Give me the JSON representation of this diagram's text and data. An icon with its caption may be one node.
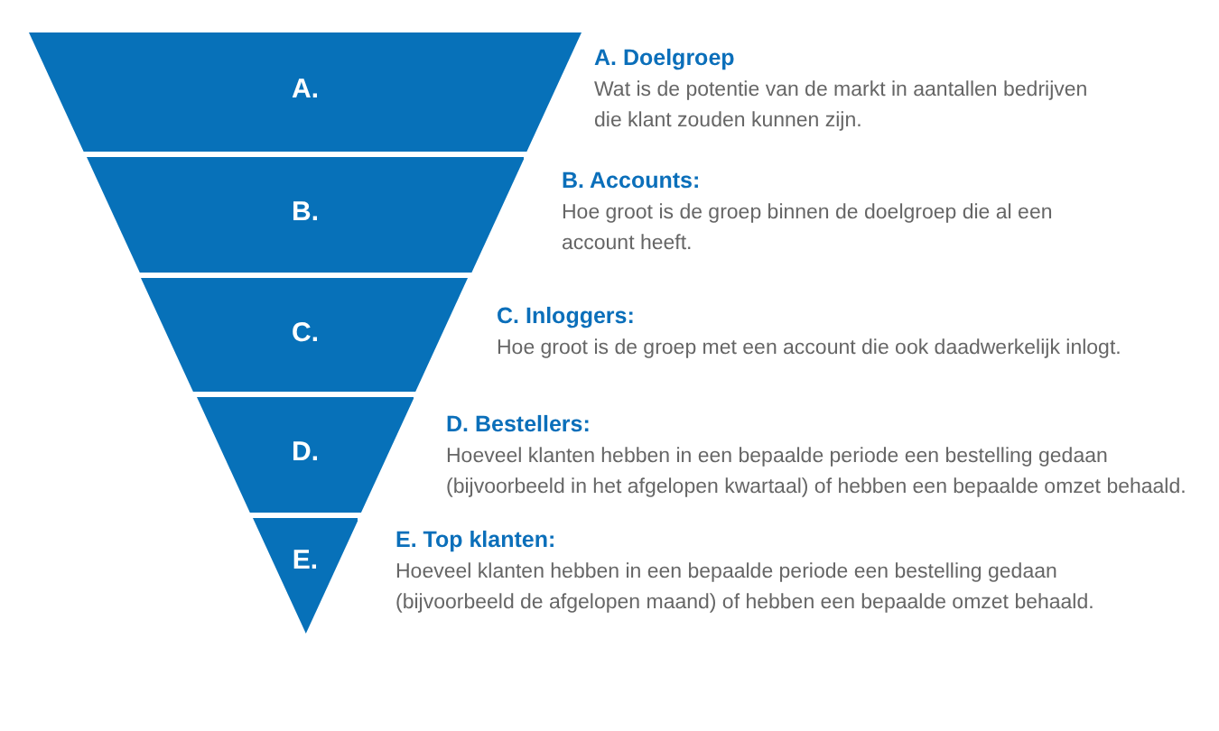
{
  "diagram": {
    "nodes": [
      {
        "text": [
          "A."
        ],
        "beside": [
          "A. Doelgroep",
          "Wat is de potentie van de markt in aantallen bedrijven die klant zouden kunnen zijn."
        ]
      },
      {
        "text": [
          "B."
        ],
        "beside": [
          "B. Accounts:",
          "Hoe groot is de groep binnen de doelgroep die al een account heeft."
        ]
      },
      {
        "text": [
          "C."
        ],
        "beside": [
          "C. Inloggers:",
          "Hoe groot is de groep met een account die ook daadwerkelijk inlogt."
        ]
      },
      {
        "text": [
          "D."
        ],
        "beside": [
          "D. Bestellers:",
          "Hoeveel klanten hebben in een bepaalde periode een bestelling gedaan (bijvoorbeeld in het afgelopen kwartaal) of hebben een bepaalde omzet behaald."
        ]
      },
      {
        "text": [
          "E."
        ],
        "beside": [
          "E. Top klanten:",
          "Hoeveel klanten hebben in een bepaalde periode een bestelling gedaan (bijvoorbeeld de afgelopen maand) of hebben een bepaalde omzet behaald."
        ]
      }
    ]
  }
}
